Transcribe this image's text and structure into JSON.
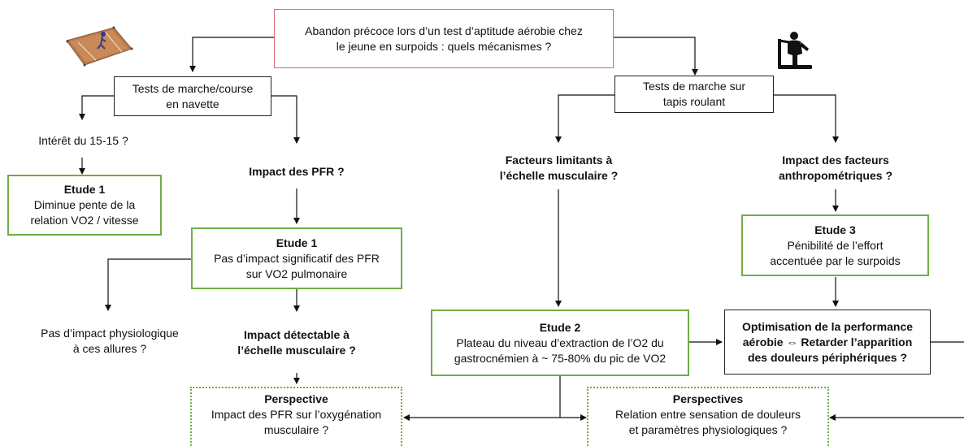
{
  "title": {
    "line1": "Abandon précoce lors d’un test d’aptitude aérobie chez",
    "line2": "le jeune en surpoids : quels mécanismes ?"
  },
  "left_branch": {
    "box": {
      "line1": "Tests de marche/course",
      "line2": "en navette"
    },
    "interet": "Intérêt du 15-15 ?",
    "etude1_left": {
      "heading": "Etude 1",
      "line1": "Diminue pente de la",
      "line2": "relation VO2 / vitesse"
    },
    "impact_pfr": "Impact des PFR ?",
    "etude1_center": {
      "heading": "Etude 1",
      "line1": "Pas d’impact significatif des PFR",
      "line2": "sur VO2 pulmonaire"
    },
    "pas_impact": {
      "line1": "Pas d’impact physiologique",
      "line2": "à ces allures ?"
    },
    "impact_detectable": {
      "line1": "Impact détectable à",
      "line2": "l’échelle musculaire ?"
    },
    "perspective": {
      "heading": "Perspective",
      "line1": "Impact des PFR sur l’oxygénation",
      "line2": "musculaire ?"
    }
  },
  "right_branch": {
    "box": {
      "line1": "Tests de marche sur",
      "line2": "tapis roulant"
    },
    "facteurs_limitants": {
      "line1": "Facteurs limitants à",
      "line2": "l’échelle musculaire ?"
    },
    "impact_facteurs": {
      "line1": "Impact des facteurs",
      "line2": "anthropométriques ?"
    },
    "etude3": {
      "heading": "Etude 3",
      "line1": "Pénibilité de l’effort",
      "line2": "accentuée par le surpoids"
    },
    "etude2": {
      "heading": "Etude 2",
      "line1": "Plateau du niveau d’extraction de l’O2 du",
      "line2": "gastrocnémien à ~ 75-80% du pic de VO2"
    },
    "optimisation": {
      "line1": "Optimisation de la performance",
      "line2": "aérobie ⇔ Retarder l’apparition",
      "line3": "des douleurs périphériques ?"
    },
    "perspectives": {
      "heading": "Perspectives",
      "line1": "Relation entre sensation de douleurs",
      "line2": "et paramètres physiologiques ?"
    }
  },
  "icons": {
    "left": "shuttle-run-track-icon",
    "right": "treadmill-icon"
  },
  "colors": {
    "title_border": "#e06666",
    "green": "#70ad47",
    "box_border": "#222222"
  }
}
